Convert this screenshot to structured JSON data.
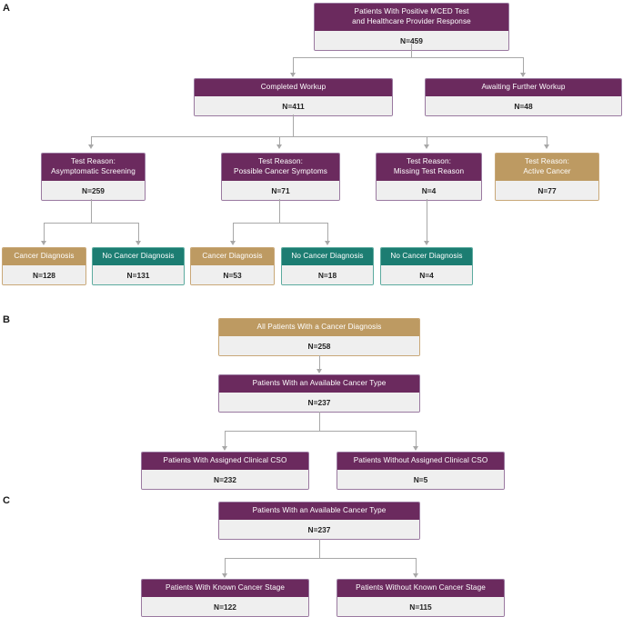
{
  "figure": {
    "title": "MCED Test Patient Flow Diagram",
    "colors": {
      "purple": "#6b2a5e",
      "tan": "#bd9a62",
      "teal": "#1c7d72",
      "body_bg": "#efefef",
      "connector": "#a8a8a8",
      "page_bg": "#ffffff"
    }
  },
  "panels": [
    {
      "id": "A",
      "label": "A"
    },
    {
      "id": "B",
      "label": "B"
    },
    {
      "id": "C",
      "label": "C"
    }
  ],
  "panelA": {
    "root": {
      "title": "Patients With Positive MCED Test\nand Healthcare Provider Response",
      "count": "N=459",
      "color": "purple"
    },
    "workup": [
      {
        "title": "Completed Workup",
        "count": "N=411",
        "color": "purple"
      },
      {
        "title": "Awaiting Further Workup",
        "count": "N=48",
        "color": "purple"
      }
    ],
    "test_reasons": [
      {
        "title": "Test Reason:\nAsymptomatic Screening",
        "count": "N=259",
        "color": "purple"
      },
      {
        "title": "Test Reason:\nPossible Cancer Symptoms",
        "count": "N=71",
        "color": "purple"
      },
      {
        "title": "Test Reason:\nMissing Test Reason",
        "count": "N=4",
        "color": "purple"
      },
      {
        "title": "Test Reason:\nActive Cancer",
        "count": "N=77",
        "color": "tan"
      }
    ],
    "diagnoses": [
      {
        "title": "Cancer Diagnosis",
        "count": "N=128",
        "color": "tan"
      },
      {
        "title": "No Cancer Diagnosis",
        "count": "N=131",
        "color": "teal"
      },
      {
        "title": "Cancer Diagnosis",
        "count": "N=53",
        "color": "tan"
      },
      {
        "title": "No Cancer Diagnosis",
        "count": "N=18",
        "color": "teal"
      },
      {
        "title": "No Cancer Diagnosis",
        "count": "N=4",
        "color": "teal"
      }
    ]
  },
  "panelB": {
    "root": {
      "title": "All Patients With a Cancer Diagnosis",
      "count": "N=258",
      "color": "tan"
    },
    "second": {
      "title": "Patients With an Available Cancer Type",
      "count": "N=237",
      "color": "purple"
    },
    "leaves": [
      {
        "title": "Patients With Assigned Clinical CSO",
        "count": "N=232",
        "color": "purple"
      },
      {
        "title": "Patients Without Assigned Clinical CSO",
        "count": "N=5",
        "color": "purple"
      }
    ]
  },
  "panelC": {
    "root": {
      "title": "Patients With an Available Cancer Type",
      "count": "N=237",
      "color": "purple"
    },
    "leaves": [
      {
        "title": "Patients With Known Cancer Stage",
        "count": "N=122",
        "color": "purple"
      },
      {
        "title": "Patients Without Known Cancer Stage",
        "count": "N=115",
        "color": "purple"
      }
    ]
  },
  "chart_data": {
    "type": "diagram",
    "diagram_kind": "flowchart",
    "title": "Patient flow through MCED testing, workup, diagnosis, CSO assignment, and staging",
    "nodes": [
      {
        "id": "A-root",
        "panel": "A",
        "label": "Patients With Positive MCED Test and Healthcare Provider Response",
        "n": 459
      },
      {
        "id": "A-completed",
        "panel": "A",
        "label": "Completed Workup",
        "n": 411
      },
      {
        "id": "A-awaiting",
        "panel": "A",
        "label": "Awaiting Further Workup",
        "n": 48
      },
      {
        "id": "A-tr-asym",
        "panel": "A",
        "label": "Test Reason: Asymptomatic Screening",
        "n": 259
      },
      {
        "id": "A-tr-sympt",
        "panel": "A",
        "label": "Test Reason: Possible Cancer Symptoms",
        "n": 71
      },
      {
        "id": "A-tr-missing",
        "panel": "A",
        "label": "Test Reason: Missing Test Reason",
        "n": 4
      },
      {
        "id": "A-tr-active",
        "panel": "A",
        "label": "Test Reason: Active Cancer",
        "n": 77
      },
      {
        "id": "A-dx-asym-yes",
        "panel": "A",
        "label": "Cancer Diagnosis",
        "n": 128
      },
      {
        "id": "A-dx-asym-no",
        "panel": "A",
        "label": "No Cancer Diagnosis",
        "n": 131
      },
      {
        "id": "A-dx-sympt-yes",
        "panel": "A",
        "label": "Cancer Diagnosis",
        "n": 53
      },
      {
        "id": "A-dx-sympt-no",
        "panel": "A",
        "label": "No Cancer Diagnosis",
        "n": 18
      },
      {
        "id": "A-dx-missing-no",
        "panel": "A",
        "label": "No Cancer Diagnosis",
        "n": 4
      },
      {
        "id": "B-root",
        "panel": "B",
        "label": "All Patients With a Cancer Diagnosis",
        "n": 258
      },
      {
        "id": "B-avail",
        "panel": "B",
        "label": "Patients With an Available Cancer Type",
        "n": 237
      },
      {
        "id": "B-cso-yes",
        "panel": "B",
        "label": "Patients With Assigned Clinical CSO",
        "n": 232
      },
      {
        "id": "B-cso-no",
        "panel": "B",
        "label": "Patients Without Assigned Clinical CSO",
        "n": 5
      },
      {
        "id": "C-root",
        "panel": "C",
        "label": "Patients With an Available Cancer Type",
        "n": 237
      },
      {
        "id": "C-stage-yes",
        "panel": "C",
        "label": "Patients With Known Cancer Stage",
        "n": 122
      },
      {
        "id": "C-stage-no",
        "panel": "C",
        "label": "Patients Without Known Cancer Stage",
        "n": 115
      }
    ],
    "edges": [
      {
        "from": "A-root",
        "to": "A-completed"
      },
      {
        "from": "A-root",
        "to": "A-awaiting"
      },
      {
        "from": "A-completed",
        "to": "A-tr-asym"
      },
      {
        "from": "A-completed",
        "to": "A-tr-sympt"
      },
      {
        "from": "A-completed",
        "to": "A-tr-missing"
      },
      {
        "from": "A-completed",
        "to": "A-tr-active"
      },
      {
        "from": "A-tr-asym",
        "to": "A-dx-asym-yes"
      },
      {
        "from": "A-tr-asym",
        "to": "A-dx-asym-no"
      },
      {
        "from": "A-tr-sympt",
        "to": "A-dx-sympt-yes"
      },
      {
        "from": "A-tr-sympt",
        "to": "A-dx-sympt-no"
      },
      {
        "from": "A-tr-missing",
        "to": "A-dx-missing-no"
      },
      {
        "from": "B-root",
        "to": "B-avail"
      },
      {
        "from": "B-avail",
        "to": "B-cso-yes"
      },
      {
        "from": "B-avail",
        "to": "B-cso-no"
      },
      {
        "from": "C-root",
        "to": "C-stage-yes"
      },
      {
        "from": "C-root",
        "to": "C-stage-no"
      }
    ]
  }
}
